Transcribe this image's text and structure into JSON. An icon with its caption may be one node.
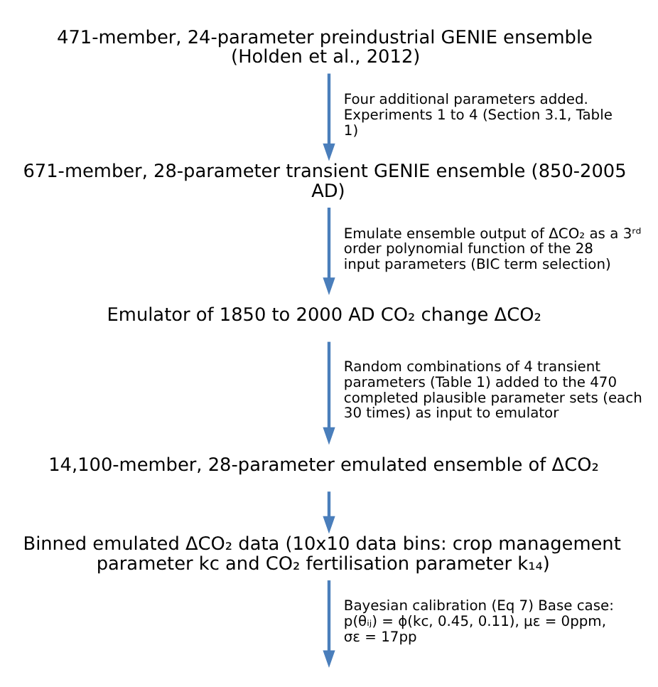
{
  "diagram": {
    "nodes": [
      {
        "text": [
          "471-member, 24-parameter preindustrial GENIE ensemble (Holden et al., 2012)"
        ]
      },
      {
        "text": [
          "671-member, 28-parameter transient GENIE ensemble (850-2005 AD)"
        ]
      },
      {
        "text": [
          "Emulator of 1850 to 2000 AD CO₂ change ΔCO₂"
        ]
      },
      {
        "text": [
          "14,100-member, 28-parameter emulated ensemble of ΔCO₂"
        ]
      },
      {
        "text": [
          "Binned emulated ΔCO₂ data (10x10 data bins: crop management parameter kc and CO₂ fertilisation parameter k₁₄)"
        ]
      }
    ],
    "edges": [
      {
        "from": 0,
        "to": 1,
        "arrow": "to",
        "label": "Four additional parameters added. Experiments 1 to 4 (Section 3.1, Table 1)"
      },
      {
        "from": 1,
        "to": 2,
        "arrow": "to",
        "label": "Emulate ensemble output of ΔCO₂ as a 3ʳᵈ order polynomial function of the 28 input parameters (BIC term selection)"
      },
      {
        "from": 2,
        "to": 3,
        "arrow": "to",
        "label": "Random combinations of 4 transient parameters (Table 1) added to the 470 completed plausible parameter sets (each 30 times) as input to emulator"
      },
      {
        "from": 3,
        "to": 4,
        "arrow": "to"
      },
      {
        "from": 4,
        "to": null,
        "arrow": "to",
        "label": "Bayesian calibration (Eq 7) Base case: p(θᵢⱼ) = ϕ(kc, 0.45, 0.11), με = 0ppm, σε = 17pp"
      }
    ]
  }
}
